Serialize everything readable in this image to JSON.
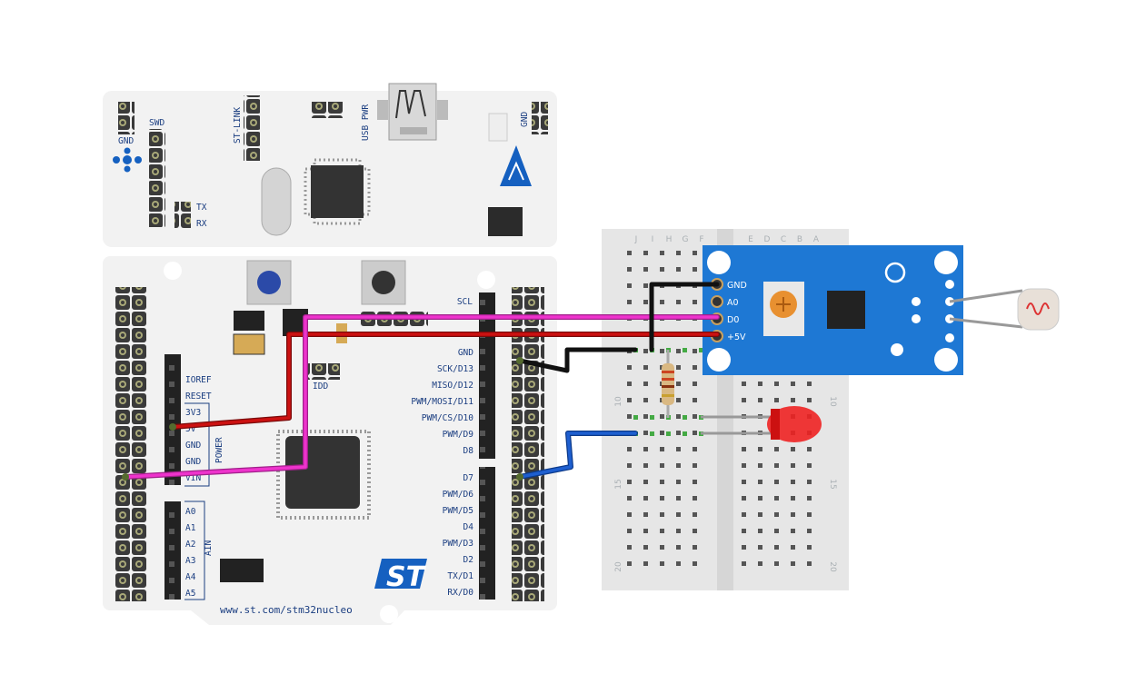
{
  "board": {
    "swd": "SWD",
    "gnd_left": "GND",
    "st_link": "ST-LINK",
    "usb_pwr": "USB PWR",
    "gnd_right": "GND",
    "tx": "TX",
    "rx": "RX",
    "idd": "IDD",
    "scl": "SCL",
    "url": "www.st.com/stm32nucleo",
    "power_group": "POWER",
    "ain_group": "AIN",
    "power_pins": [
      "IOREF",
      "RESET",
      "3V3",
      "5V",
      "GND",
      "GND",
      "VIN"
    ],
    "analog_pins": [
      "A0",
      "A1",
      "A2",
      "A3",
      "A4",
      "A5"
    ],
    "digital_upper": [
      "GND",
      "SCK/D13",
      "MISO/D12",
      "PWM/MOSI/D11",
      "PWM/CS/D10",
      "PWM/D9",
      "D8"
    ],
    "digital_lower": [
      "D7",
      "PWM/D6",
      "PWM/D5",
      "D4",
      "PWM/D3",
      "D2",
      "TX/D1",
      "RX/D0"
    ]
  },
  "breadboard": {
    "col_letters_left": [
      "J",
      "I",
      "H",
      "G",
      "F"
    ],
    "col_letters_right": [
      "E",
      "D",
      "C",
      "B",
      "A"
    ],
    "row_marks": [
      "10",
      "15",
      "20"
    ]
  },
  "sensor_module": {
    "pins": [
      "GND",
      "A0",
      "D0",
      "+5V"
    ]
  },
  "colors": {
    "wire_red": "#cc1111",
    "wire_magenta": "#ee33cc",
    "wire_black": "#111111",
    "wire_blue": "#1e5fd0",
    "module_blue": "#1e78d4",
    "board_label": "#1a3d80",
    "led_red": "#ee2222"
  }
}
